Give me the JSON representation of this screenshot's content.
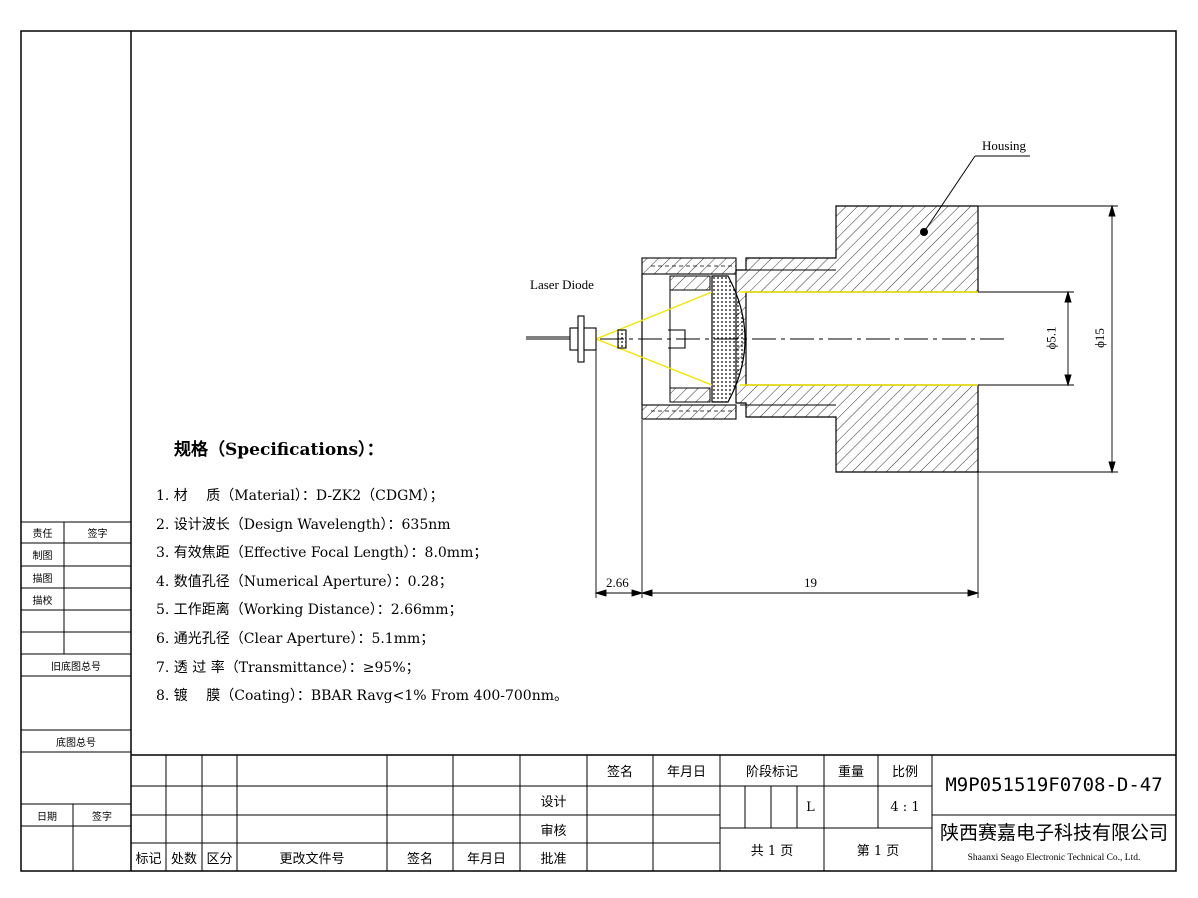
{
  "drawing": {
    "labels": {
      "housing": "Housing",
      "laser_diode": "Laser Diode"
    },
    "dimensions": {
      "working_distance": "2.66",
      "housing_length": "19",
      "clear_aperture": "ϕ5.1",
      "outer_diameter": "ϕ15"
    },
    "colors": {
      "line": "#000000",
      "beam": "#f2e600"
    }
  },
  "specs": {
    "title": "规格（Specifications）：",
    "items": [
      "1. 材　 质（Material）：D-ZK2（CDGM）；",
      "2. 设计波长（Design Wavelength）：635nm",
      "3. 有效焦距（Effective Focal Length）：8.0mm；",
      "4. 数值孔径（Numerical Aperture）：0.28；",
      "5. 工作距离（Working Distance）：2.66mm；",
      "6. 通光孔径（Clear Aperture）：5.1mm；",
      "7. 透 过 率（Transmittance）：≥95%；",
      "8. 镀　 膜（Coating）：BBAR Ravg<1% From 400-700nm。"
    ]
  },
  "left_panel": {
    "responsible": "责任",
    "signature": "签字",
    "drafted": "制图",
    "traced": "描图",
    "checked_trace": "描校",
    "old_base_no": "旧底图总号",
    "base_no": "底图总号",
    "date": "日期",
    "signature2": "签字"
  },
  "title_block": {
    "sign": "签名",
    "date": "年月日",
    "design": "设计",
    "review": "审核",
    "approve": "批准",
    "mark": "标记",
    "count": "处数",
    "zone": "区分",
    "change_doc": "更改文件号",
    "sign2": "签名",
    "date2": "年月日",
    "stage_mark": "阶段标记",
    "weight": "重量",
    "scale": "比例",
    "stage_value": "L",
    "scale_value": "4 : 1",
    "total_pages": "共 1 页",
    "page_no": "第 1 页",
    "drawing_number": "M9P051519F0708-D-47",
    "company_cn": "陕西赛嘉电子科技有限公司",
    "company_en": "Shaanxi Seago Electronic Technical Co., Ltd."
  }
}
